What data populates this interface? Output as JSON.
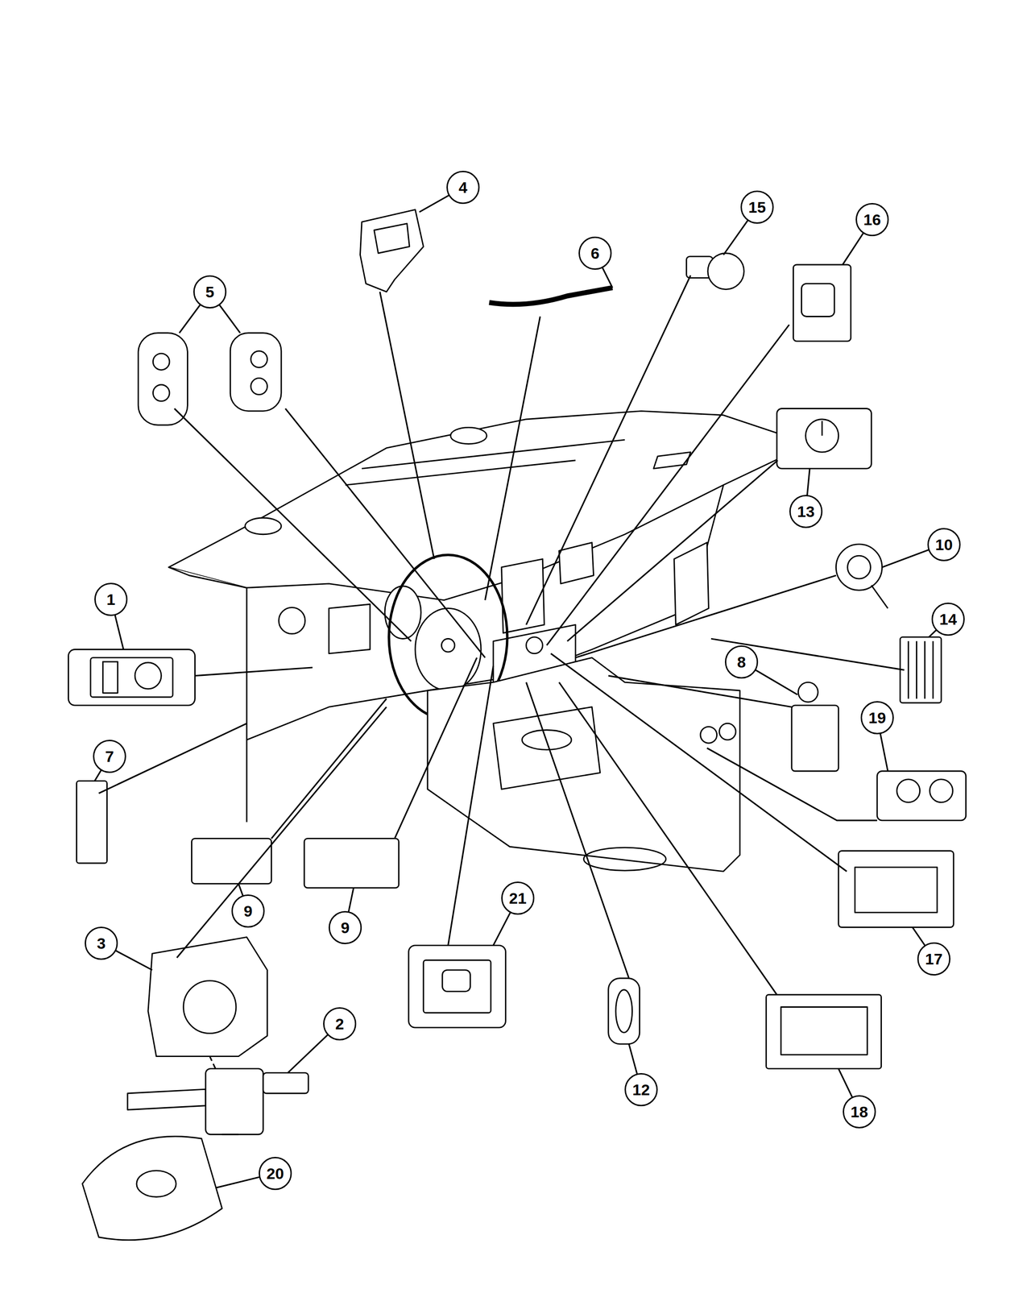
{
  "diagram": {
    "nodes": [
      {
        "text": [
          "4"
        ]
      },
      {
        "text": [
          "15"
        ]
      },
      {
        "text": [
          "16"
        ]
      },
      {
        "text": [
          "6"
        ]
      },
      {
        "text": [
          "5"
        ]
      },
      {
        "text": [
          "13"
        ]
      },
      {
        "text": [
          "10"
        ]
      },
      {
        "text": [
          "1"
        ]
      },
      {
        "text": [
          "14"
        ]
      },
      {
        "text": [
          "8"
        ]
      },
      {
        "text": [
          "19"
        ]
      },
      {
        "text": [
          "7"
        ]
      },
      {
        "text": [
          "21"
        ]
      },
      {
        "text": [
          "9"
        ]
      },
      {
        "text": [
          "9"
        ]
      },
      {
        "text": [
          "3"
        ]
      },
      {
        "text": [
          "17"
        ]
      },
      {
        "text": [
          "2"
        ]
      },
      {
        "text": [
          "12"
        ]
      },
      {
        "text": [
          "18"
        ]
      },
      {
        "text": [
          "20"
        ]
      }
    ]
  }
}
